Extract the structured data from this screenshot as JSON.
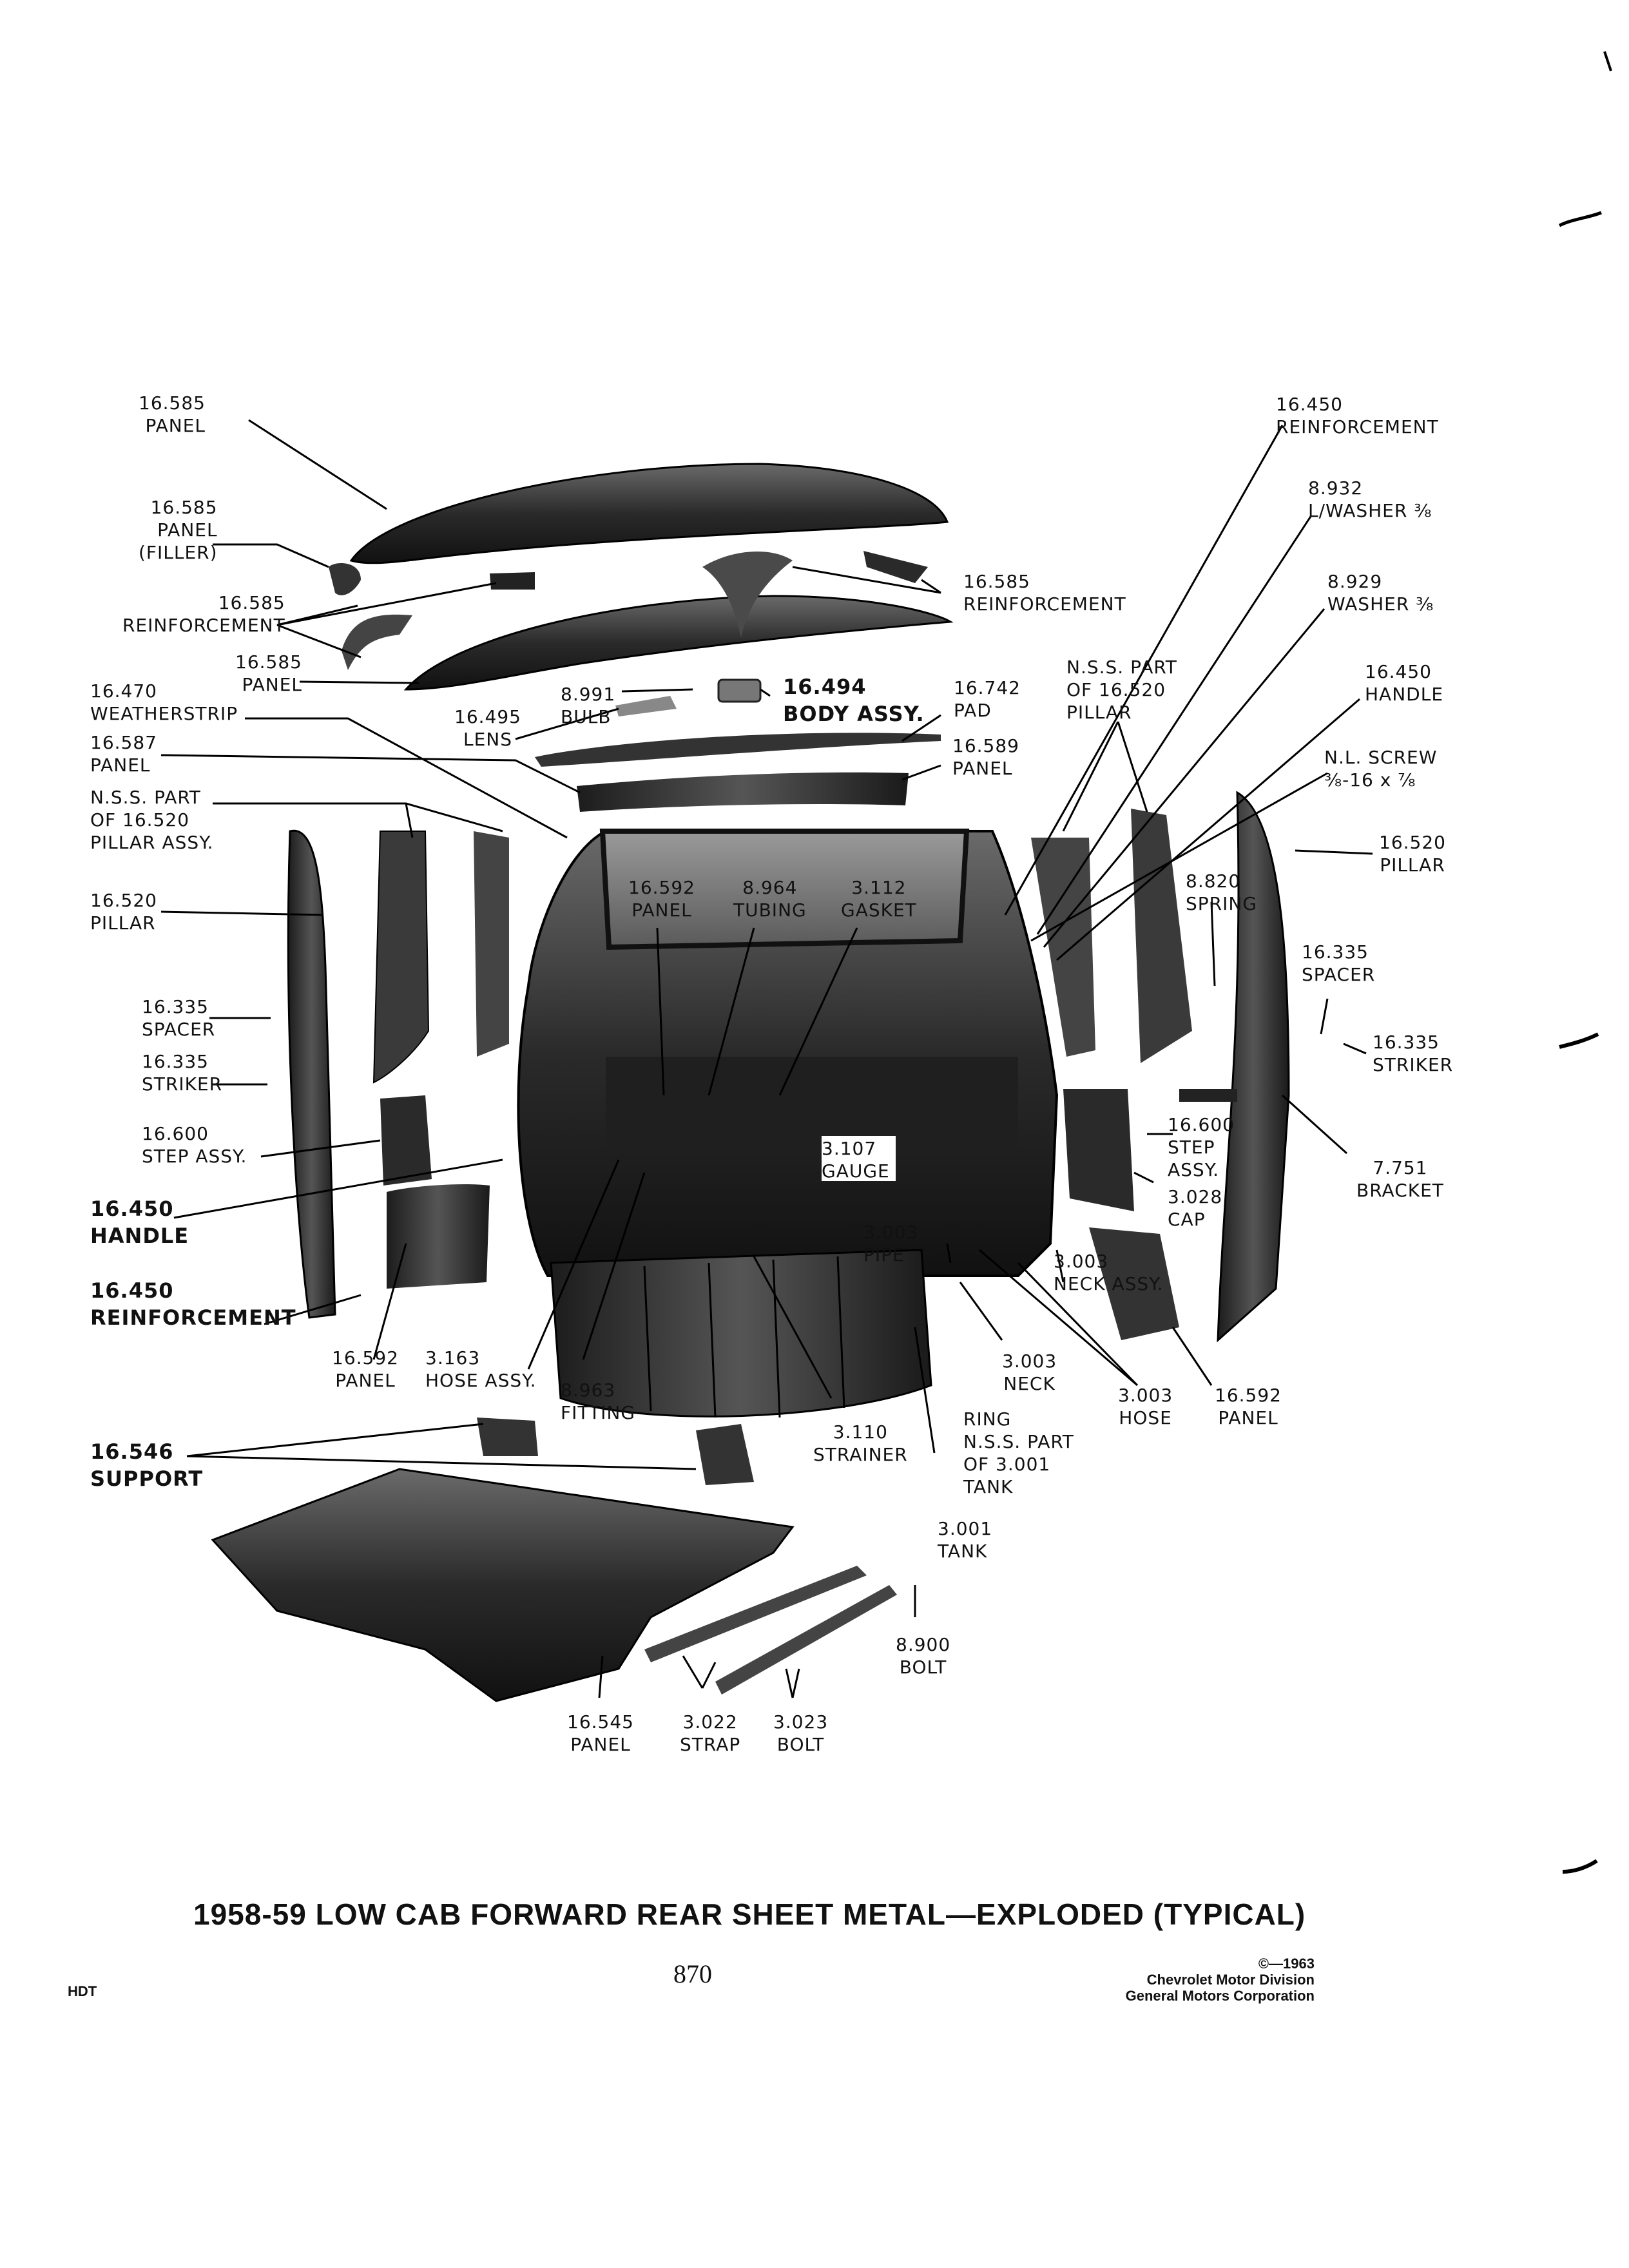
{
  "title": "1958-59 LOW CAB FORWARD REAR SHEET METAL—EXPLODED (TYPICAL)",
  "page_number": "870",
  "footer_left": "HDT",
  "copyright": [
    "©—1963",
    "Chevrolet Motor Division",
    "General Motors Corporation"
  ],
  "callouts": {
    "c01": {
      "num": "16.585",
      "name": "PANEL"
    },
    "c02": {
      "num": "16.585",
      "name": "PANEL",
      "extra": "(FILLER)"
    },
    "c03": {
      "num": "16.585",
      "name": "REINFORCEMENT"
    },
    "c04": {
      "num": "16.585",
      "name": "PANEL"
    },
    "c05": {
      "num": "16.470",
      "name": "WEATHERSTRIP"
    },
    "c06": {
      "num": "16.587",
      "name": "PANEL"
    },
    "c07": {
      "lines": [
        "N.S.S. PART",
        "OF 16.520",
        "PILLAR ASSY."
      ]
    },
    "c08": {
      "num": "16.520",
      "name": "PILLAR"
    },
    "c09": {
      "num": "16.335",
      "name": "SPACER"
    },
    "c10": {
      "num": "16.335",
      "name": "STRIKER"
    },
    "c11": {
      "num": "16.600",
      "name": "STEP ASSY."
    },
    "c12": {
      "num": "16.450",
      "name": "HANDLE"
    },
    "c13": {
      "num": "16.450",
      "name": "REINFORCEMENT"
    },
    "c14": {
      "num": "16.592",
      "name": "PANEL"
    },
    "c15": {
      "num": "3.163",
      "name": "HOSE ASSY."
    },
    "c16": {
      "num": "8.963",
      "name": "FITTING"
    },
    "c17": {
      "num": "16.546",
      "name": "SUPPORT"
    },
    "c18": {
      "num": "16.545",
      "name": "PANEL"
    },
    "c19": {
      "num": "3.022",
      "name": "STRAP"
    },
    "c20": {
      "num": "3.023",
      "name": "BOLT"
    },
    "c21": {
      "num": "3.110",
      "name": "STRAINER"
    },
    "c22": {
      "num": "8.900",
      "name": "BOLT"
    },
    "c23": {
      "num": "3.001",
      "name": "TANK"
    },
    "c24": {
      "lines": [
        "RING",
        "N.S.S. PART",
        "OF 3.001",
        "TANK"
      ]
    },
    "c25": {
      "num": "3.003",
      "name": "NECK"
    },
    "c26": {
      "num": "3.003",
      "name": "HOSE"
    },
    "c27": {
      "num": "16.592",
      "name": "PANEL"
    },
    "c28": {
      "num": "3.003",
      "name": "PIPE"
    },
    "c29": {
      "num": "3.003",
      "name": "NECK ASSY."
    },
    "c30": {
      "num": "3.107",
      "name": "GAUGE"
    },
    "c31": {
      "num": "3.028",
      "name": "CAP"
    },
    "c32": {
      "lines": [
        "16.600",
        "STEP",
        "ASSY."
      ]
    },
    "c33": {
      "num": "7.751",
      "name": "BRACKET"
    },
    "c34": {
      "num": "16.335",
      "name": "STRIKER"
    },
    "c35": {
      "num": "16.335",
      "name": "SPACER"
    },
    "c36": {
      "num": "8.820",
      "name": "SPRING"
    },
    "c37": {
      "num": "16.520",
      "name": "PILLAR"
    },
    "c38": {
      "num": "N.L. SCREW",
      "name": "⅜-16 x ⅞"
    },
    "c39": {
      "num": "16.450",
      "name": "HANDLE"
    },
    "c40": {
      "num": "8.929",
      "name": "WASHER ⅜"
    },
    "c41": {
      "num": "8.932",
      "name": "L/WASHER ⅜"
    },
    "c42": {
      "num": "16.450",
      "name": "REINFORCEMENT"
    },
    "c43": {
      "num": "16.585",
      "name": "REINFORCEMENT"
    },
    "c44": {
      "lines": [
        "N.S.S. PART",
        "OF 16.520",
        "PILLAR"
      ]
    },
    "c45": {
      "num": "16.742",
      "name": "PAD"
    },
    "c46": {
      "num": "16.589",
      "name": "PANEL"
    },
    "c47": {
      "num": "16.494",
      "name": "BODY ASSY."
    },
    "c48": {
      "num": "8.991",
      "name": "BULB"
    },
    "c49": {
      "num": "16.495",
      "name": "LENS"
    },
    "c50": {
      "num": "16.592",
      "name": "PANEL"
    },
    "c51": {
      "num": "8.964",
      "name": "TUBING"
    },
    "c52": {
      "num": "3.112",
      "name": "GASKET"
    }
  }
}
